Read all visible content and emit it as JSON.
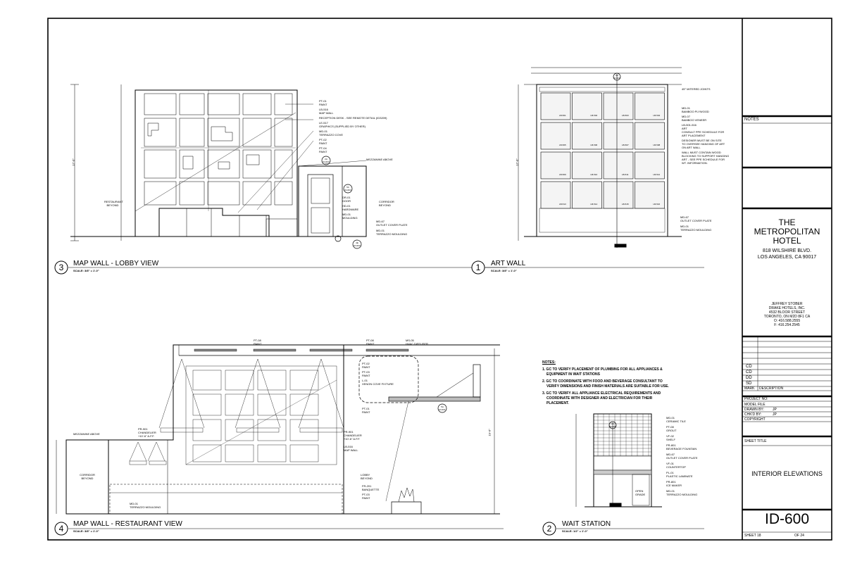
{
  "title_block": {
    "notes_label": "NOTES",
    "project_name_lines": [
      "THE",
      "METROPOLITAN",
      "HOTEL"
    ],
    "project_address_lines": [
      "818 WILSHIRE BLVD.",
      "LOS ANGELES, CA 90017"
    ],
    "client_lines": [
      "JEFFREY STOBER",
      "DRAKE HOTELS, INC.",
      "4532 BLOOR STREET",
      "TORONTO, ON M2D 8F1 CA",
      "O: 416.588.2555",
      "F: 416.254.2545"
    ],
    "revisions": [
      "CD",
      "CD",
      "DD",
      "SD"
    ],
    "mark_label": "MARK",
    "description_label": "DESCRIPTION",
    "project_no_label": "PROJECT NO:",
    "model_file_label": "MODEL FILE",
    "drawn_by_label": "DRAWN BY:",
    "drawn_by_value": "JP",
    "chkd_by_label": "CHK'D BY:",
    "chkd_by_value": "JP",
    "copyright_label": "COPYRIGHT",
    "sheet_title_label": "SHEET TITLE",
    "sheet_title": "INTERIOR ELEVATIONS",
    "sheet_number": "ID-600",
    "sheet_index": "SHEET 18",
    "sheet_total": "OF 24"
  },
  "views": {
    "v3": {
      "number": "3",
      "title": "MAP WALL - LOBBY VIEW",
      "scale": "SCALE: 3/8\" = 1'-0\""
    },
    "v1": {
      "number": "1",
      "title": "ART WALL",
      "scale": "SCALE: 3/8\" = 1'-0\""
    },
    "v4": {
      "number": "4",
      "title": "MAP WALL - RESTAURANT VIEW",
      "scale": "SCALE: 3/8\" = 1'-0\""
    },
    "v2": {
      "number": "2",
      "title": "WAIT STATION",
      "scale": "SCALE: 1/2\" = 1'-0\""
    }
  },
  "wait_notes": {
    "heading": "NOTES:",
    "items": [
      "1. GC TO VERIFY PLACEMENT OF PLUMBING FOR ALL APPLIANCES &",
      "EQUIPMENT IN WAIT STATIONS",
      "2. GC TO COORDINATE WITH FOOD AND BEVERAGE CONSULTANT TO",
      "VERIFY DIMENSIONS AND FINISH MATERIALS ARE SUITABLE FOR USE.",
      "3. GC TO VERIFY ALL APPLIANCE ELECTRICAL REQUIREMENTS AND",
      "COORDINATE WITH DESIGNER AND ELECTRICIAN FOR THEIR",
      "PLACEMENT."
    ]
  },
  "labels_v3": {
    "restaurant_beyond": [
      "RESTAURANT",
      "BEYOND"
    ],
    "corridor_beyond": [
      "CORRIDOR",
      "BEYOND"
    ],
    "mezzanine_above": "MEZZANINE ABOVE",
    "callouts": [
      "PT-01",
      "PAINT",
      "LB-516",
      "MAP WALL",
      "RECEPTION DESK - SEE REMOTE DETAIL (ID3209)",
      "LE-517",
      "GRAPHICS (SUPPLIED BY OTHER)",
      "MD-01",
      "TERRAZZO COVE",
      "PT-02",
      "PAINT",
      "PT-04",
      "PAINT"
    ],
    "outlet": [
      "MD-67",
      "OUTLET COVER PLATE",
      "MD-01",
      "TERRAZZO MOULDING"
    ],
    "door": [
      "DR-01",
      "DOOR",
      "HD-01",
      "HARDWARE",
      "MD-01",
      "MOULDING"
    ],
    "dim_height": "17'-0\""
  },
  "labels_v1": {
    "mitered": "45° MITERED JOINTS",
    "callouts": [
      "MD-01",
      "BAMBOO PLYWOOD",
      "MD-07",
      "BAMBOO VENEER",
      "LB-501-516",
      "ART",
      "CONSULT PPE SCHEDULE FOR",
      "ART PLACEMENT",
      "DESIGNER MUST BE ON SITE",
      "TO OVERSEE HANGING OF ART",
      "ON ART WALL",
      "WALL MUST CONTAIN WOOD",
      "BLOCKING TO SUPPORT HANGING",
      "ART - SEE PPE SCHEDULE FOR",
      "WT. INFORMATION."
    ],
    "outlet": [
      "MD-67",
      "OUTLET COVER PLATE",
      "MD-01",
      "TERRAZZO MOULDING"
    ],
    "panel_labels": [
      "LB-501",
      "LB-502",
      "LB-503",
      "LB-504",
      "LB-505",
      "LB-506",
      "LB-507",
      "LB-508",
      "LB-509",
      "LB-510",
      "LB-511",
      "LB-512",
      "LB-513",
      "LB-514",
      "LB-515",
      "LB-516"
    ],
    "dim_height": "17'-0\""
  },
  "labels_v4": {
    "mezzanine_above": "MEZZANINE ABOVE",
    "corridor_beyond": [
      "CORRIDOR",
      "BEYOND"
    ],
    "lobby_beyond": [
      "LOBBY",
      "BEYOND"
    ],
    "top_callouts": [
      "PT-08",
      "PAINT",
      "PT-08",
      "PAINT",
      "MS-05",
      "HVAC DIFFUSER"
    ],
    "detail_callouts": [
      "PT-02",
      "PAINT",
      "PT-03",
      "PAINT",
      "L-01",
      "XENON COVE FIXTURE",
      "PT-01",
      "PAINT"
    ],
    "chandelier_left": [
      "PR-901",
      "CHANDELIER",
      "+10'-6\" A.F.F."
    ],
    "chandelier_right": [
      "PR-901",
      "CHANDELIER",
      "+10'-6\" A.F.F."
    ],
    "mapwall": [
      "LB-516",
      "MAP WALL"
    ],
    "banquette": [
      "FR-201",
      "BANQUETTE",
      "PT-03",
      "PAINT"
    ],
    "terrazzo": [
      "MD-01",
      "TERRAZZO MOULDING"
    ],
    "dim_height": "19'-6\""
  },
  "labels_v2": {
    "callouts": [
      "MD-01",
      "CERAMIC TILE",
      "PT-08",
      "GROUT",
      "VF-02",
      "SHELF",
      "PR-801",
      "BEVERAGE FOUNTAIN",
      "MD-67",
      "OUTLET COVER PLATE",
      "VF-01",
      "COUNTERTOP",
      "PL-01",
      "PLASTIC LAMINATE",
      "PR-801",
      "ICE MAKER",
      "MD-01",
      "TERRAZZO MOULDING"
    ],
    "open_grade": [
      "OPEN",
      "GRADE"
    ]
  },
  "section_markers": {
    "m1": [
      "2A",
      "ID-603"
    ],
    "m2": [
      "5C",
      "ID-603"
    ],
    "m3": [
      "4E",
      "ID-603"
    ],
    "m4": [
      "2A",
      "ID-603"
    ],
    "m5": [
      "5A",
      "ID-601"
    ],
    "m6": [
      "1A",
      "ID-605"
    ]
  }
}
